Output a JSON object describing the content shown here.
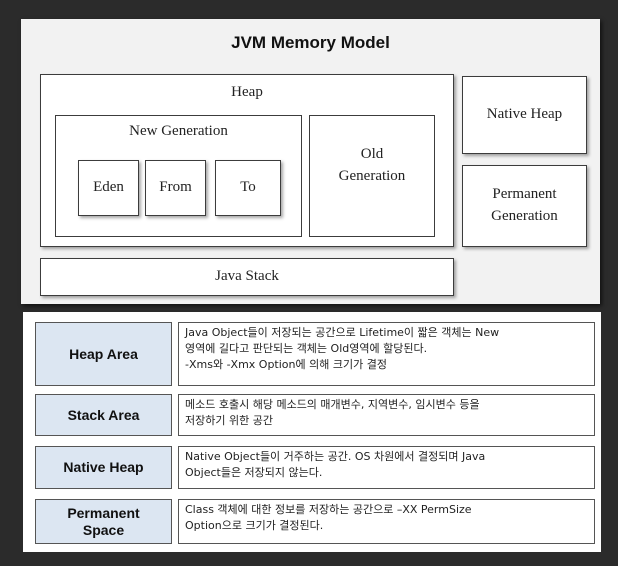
{
  "diagram": {
    "title": "JVM Memory Model",
    "heap": "Heap",
    "new_generation": "New Generation",
    "eden": "Eden",
    "from": "From",
    "to": "To",
    "old_generation": "Old\nGeneration",
    "native_heap": "Native Heap",
    "permanent_generation": "Permanent\nGeneration",
    "java_stack": "Java Stack"
  },
  "legend": [
    {
      "name": "Heap Area",
      "desc": "Java Object들이 저장되는 공간으로 Lifetime이 짧은 객체는 New\n영역에 길다고 판단되는 객체는 Old영역에 할당된다.\n-Xms와 -Xmx Option에 의해 크기가 결정"
    },
    {
      "name": "Stack Area",
      "desc": "메소드 호출시 해당 메소드의 매개변수, 지역변수, 임시변수 등을\n저장하기 위한 공간"
    },
    {
      "name": "Native Heap",
      "desc": "Native Object들이 거주하는 공간. OS 차원에서 결정되며 Java\nObject들은 저장되지 않는다."
    },
    {
      "name": "Permanent\nSpace",
      "desc": "Class 객체에 대한 정보를 저장하는 공간으로 –XX PermSize\nOption으로 크기가 결정된다."
    }
  ]
}
